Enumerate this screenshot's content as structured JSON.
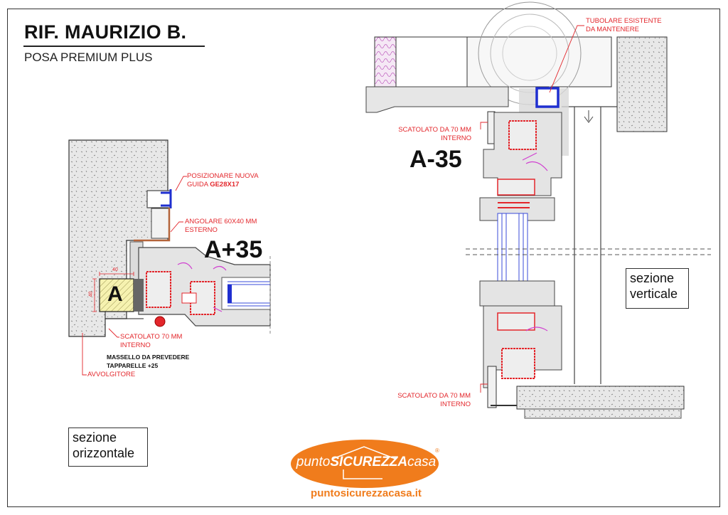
{
  "header": {
    "title": "RIF. MAURIZIO B.",
    "subtitle": "POSA PREMIUM PLUS"
  },
  "horizontal_section": {
    "label_line1": "sezione",
    "label_line2": "orizzontale",
    "dimension": "A+35",
    "block_label": "A",
    "block_dim_w": "40",
    "block_dim_h": "40",
    "notes": {
      "guide_line1": "POSIZIONARE NUOVA",
      "guide_line2_prefix": "GUIDA ",
      "guide_line2_bold": "GE28X17",
      "angle_line1": "ANGOLARE 60X40 MM",
      "angle_line2": "ESTERNO",
      "box_line1": "SCATOLATO 70 MM",
      "box_line2": "INTERNO",
      "block_line1": "MASSELLO DA PREVEDERE",
      "block_line2": "TAPPARELLE +25",
      "roller": "AVVOLGITORE"
    }
  },
  "vertical_section": {
    "label_line1": "sezione",
    "label_line2": "verticale",
    "dimension": "A-35",
    "notes": {
      "tube_line1": "TUBOLARE ESISTENTE",
      "tube_line2": "DA MANTENERE",
      "top_box_line1": "SCATOLATO DA 70 MM",
      "top_box_line2": "INTERNO",
      "bottom_box_line1": "SCATOLATO DA 70 MM",
      "bottom_box_line2": "INTERNO"
    }
  },
  "logo": {
    "part1": "punto",
    "part2": "SICUREZZA",
    "part3": "casa",
    "registered": "®",
    "url": "puntosicurezzacasa.it"
  },
  "colors": {
    "annotation": "#e3262b",
    "brand_orange": "#f07c1c",
    "concrete": "#e6e6e6",
    "profile_blue": "#1f2fd0"
  }
}
